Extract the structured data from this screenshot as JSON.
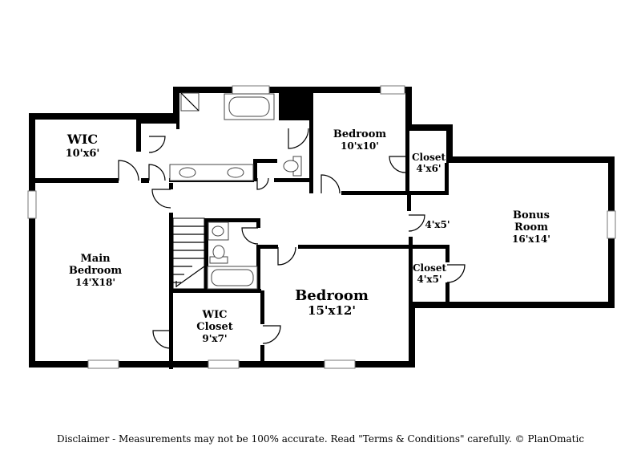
{
  "rooms": {
    "wic_top": {
      "name": "WIC",
      "size": "10'x6'"
    },
    "bedroom_small": {
      "name": "Bedroom",
      "size": "10'x10'"
    },
    "closet_top": {
      "name": "Closet",
      "size": "4'x6'"
    },
    "hall_closet": {
      "size": "4'x5'"
    },
    "bonus": {
      "name1": "Bonus",
      "name2": "Room",
      "size": "16'x14'"
    },
    "main_bedroom": {
      "name1": "Main",
      "name2": "Bedroom",
      "size": "14'X18'"
    },
    "closet_mid": {
      "name": "Closet",
      "size": "4'x5'"
    },
    "wic_closet": {
      "name1": "WIC",
      "name2": "Closet",
      "size": "9'x7'"
    },
    "bedroom_large": {
      "name": "Bedroom",
      "size": "15'x12'"
    }
  },
  "disclaimer": "Disclaimer - Measurements may not be 100% accurate. Read \"Terms & Conditions\" carefully. © PlanOmatic"
}
